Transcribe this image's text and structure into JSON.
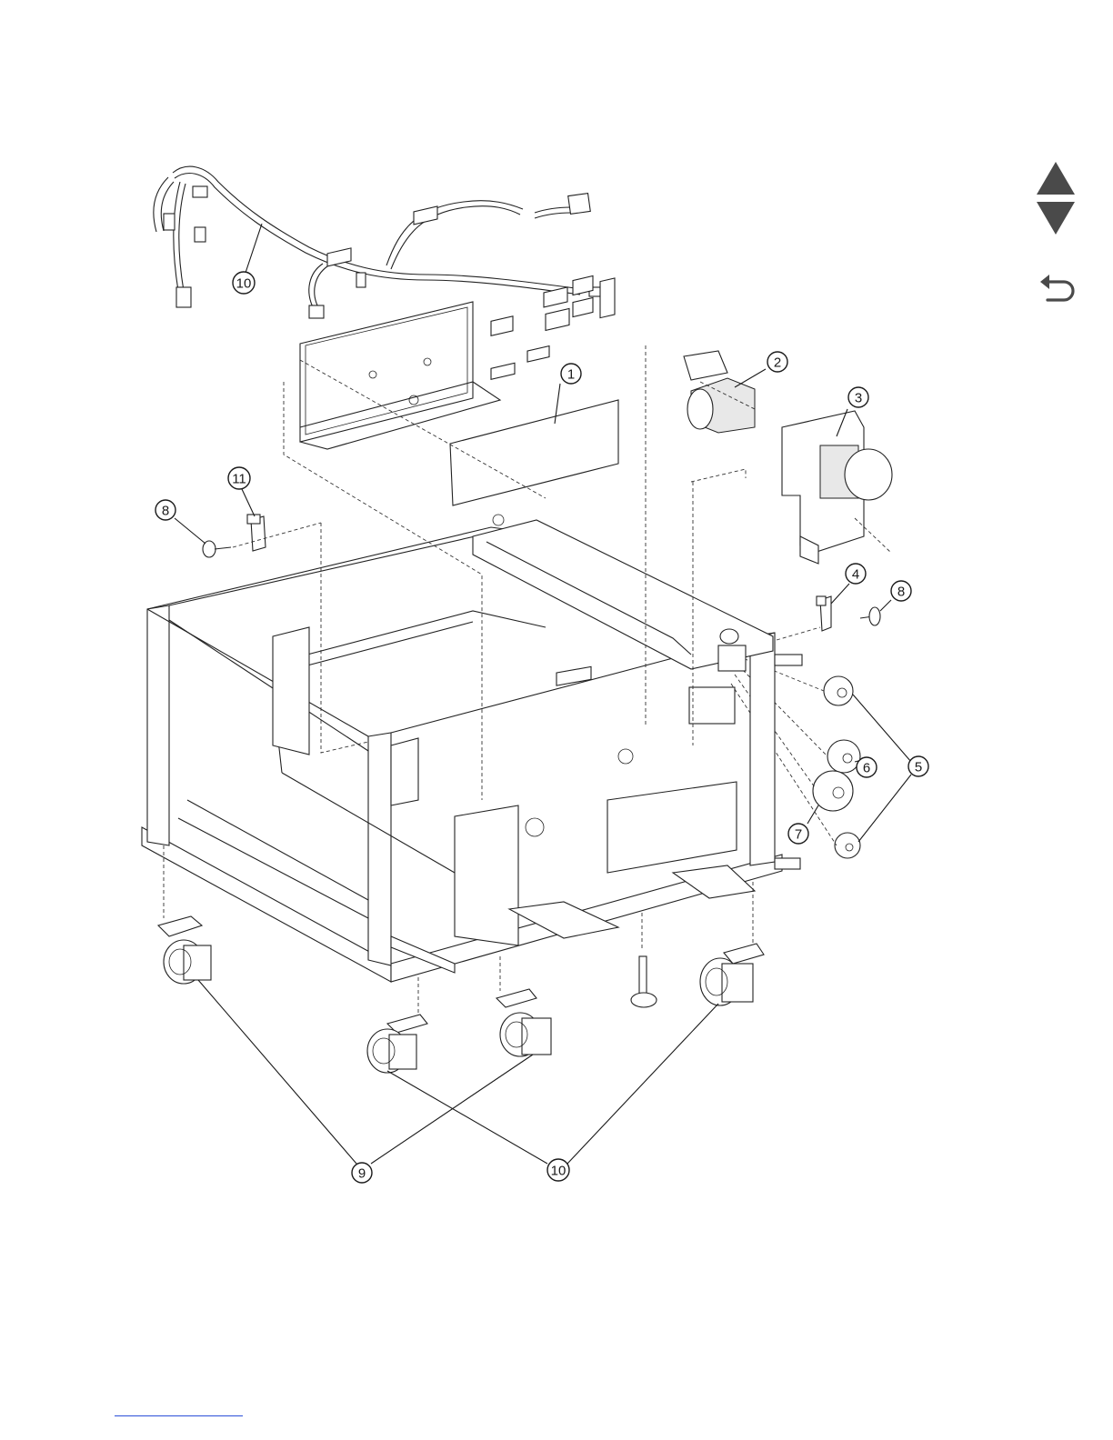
{
  "navigation": {
    "up_icon": "triangle-up-icon",
    "down_icon": "triangle-down-icon",
    "back_icon": "return-arrow-icon",
    "color": "#4a4a4a"
  },
  "callouts": {
    "c1": "1",
    "c2": "2",
    "c3": "3",
    "c4": "4",
    "c5": "5",
    "c6": "6",
    "c7": "7",
    "c8a": "8",
    "c8b": "8",
    "c9": "9",
    "c10a": "10",
    "c10b": "10",
    "c11": "11"
  },
  "footer": {
    "link_color": "#2a4fd8"
  }
}
